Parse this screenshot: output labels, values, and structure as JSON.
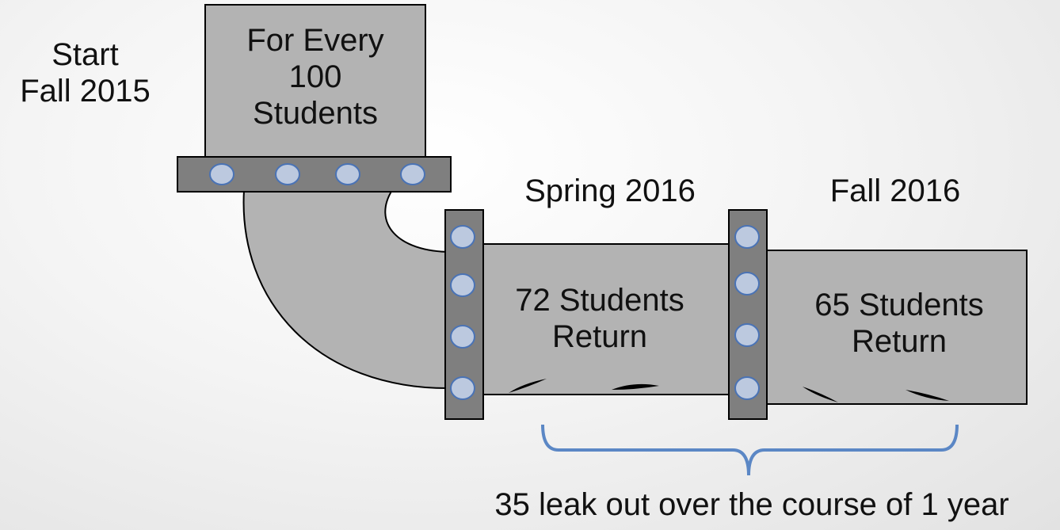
{
  "start": {
    "line1": "Start",
    "line2": "Fall 2015"
  },
  "source_box": {
    "line1": "For Every",
    "line2": "100",
    "line3": "Students"
  },
  "spring": {
    "heading": "Spring 2016",
    "line1": "72 Students",
    "line2": "Return"
  },
  "fall": {
    "heading": "Fall 2016",
    "line1": "65 Students",
    "line2": "Return"
  },
  "leak_note": "35 leak out over the course of 1 year",
  "colors": {
    "pipe_fill": "#b3b3b3",
    "flange_fill": "#7f7f7f",
    "bolt_fill": "#bcc9df",
    "bolt_stroke": "#4a73b5",
    "bracket_stroke": "#5b87c5",
    "outline": "#000000"
  }
}
